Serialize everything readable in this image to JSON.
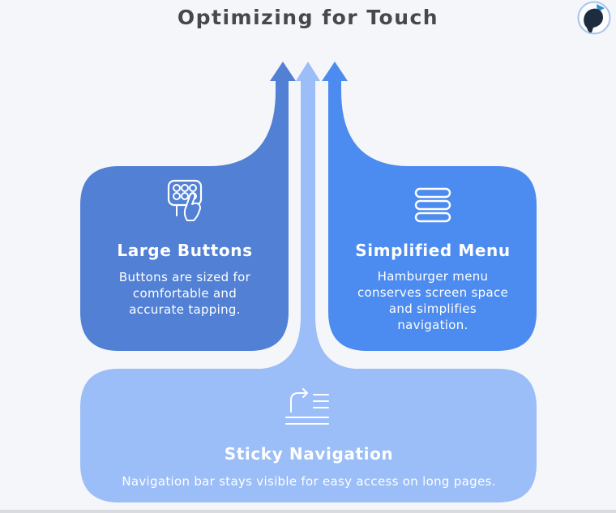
{
  "page": {
    "title": "Optimizing for Touch",
    "background": "#f5f6fa"
  },
  "colors": {
    "left_card": "#5180d4",
    "right_card": "#4c8bef",
    "bottom_card": "#9bbdf8",
    "title_text": "#45494e",
    "card_text": "#ffffff",
    "logo_ring": "#a9c3ec",
    "logo_body": "#1d2c3e",
    "logo_horn": "#338fd4"
  },
  "logo": {
    "icon": "narwhal-icon"
  },
  "cards": [
    {
      "id": "large-buttons",
      "title": "Large Buttons",
      "icon": "keypad-tap-icon",
      "lines": [
        "Buttons are sized for",
        "comfortable and",
        "accurate tapping."
      ]
    },
    {
      "id": "simplified-menu",
      "title": "Simplified Menu",
      "icon": "hamburger-menu-icon",
      "lines": [
        "Hamburger menu",
        "conserves screen space",
        "and simplifies",
        "navigation."
      ]
    },
    {
      "id": "sticky-navigation",
      "title": "Sticky Navigation",
      "icon": "sticky-scroll-icon",
      "lines": [
        "Navigation bar stays visible for easy access on long pages."
      ]
    }
  ]
}
